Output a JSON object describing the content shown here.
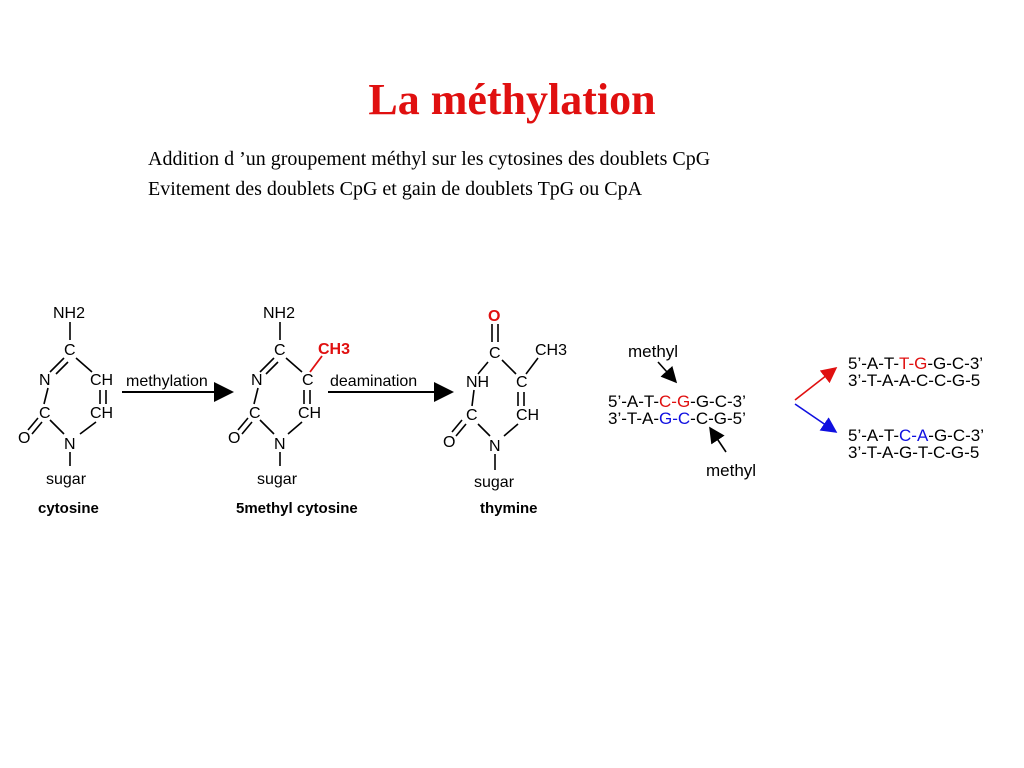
{
  "title": "La méthylation",
  "subtitle_line1": "Addition d ’un groupement méthyl sur les cytosines des doublets CpG",
  "subtitle_line2": "Evitement des doublets CpG et gain de doublets TpG ou CpA",
  "colors": {
    "title": "#e01010",
    "red": "#e01010",
    "blue": "#1010e0"
  },
  "molecules": {
    "nh2": "NH2",
    "c": "C",
    "n": "N",
    "ch": "CH",
    "o": "O",
    "ch3": "CH3",
    "nh": "NH",
    "sugar": "sugar",
    "cytosine_caption": "cytosine",
    "methylcytosine_caption": "5methyl cytosine",
    "thymine_caption": "thymine"
  },
  "arrows": {
    "methylation": "methylation",
    "deamination": "deamination"
  },
  "dna": {
    "methyl_label": "methyl",
    "center_top": {
      "left": "5’-A-T-",
      "highlight": "C-G",
      "right": "-G-C-3’"
    },
    "center_bottom": {
      "left": "3’-T-A-",
      "highlight": "G-C",
      "right": "-C-G-5’"
    },
    "upper_top": {
      "left": "5’-A-T-",
      "highlight": "T-G",
      "right": "-G-C-3’"
    },
    "upper_bottom": "3’-T-A-A-C-C-G-5",
    "lower_top": {
      "left": "5’-A-T-",
      "highlight": "C-A",
      "right": "-G-C-3’"
    },
    "lower_bottom": "3’-T-A-G-T-C-G-5"
  }
}
